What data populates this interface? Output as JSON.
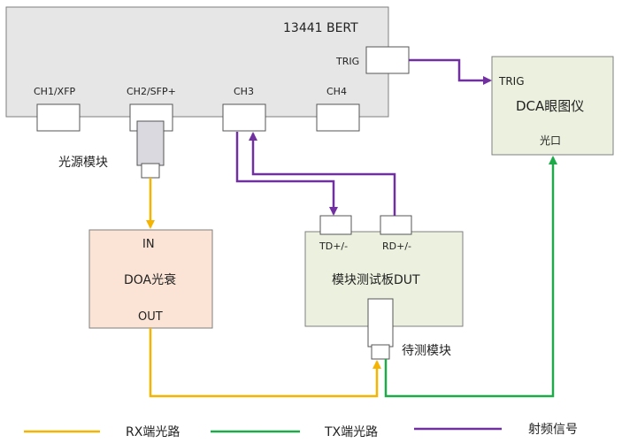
{
  "bert": {
    "title": "13441 BERT",
    "trig_label": "TRIG",
    "ports": [
      "CH1/XFP",
      "CH2/SFP+",
      "CH3",
      "CH4"
    ]
  },
  "dca": {
    "trig_label": "TRIG",
    "title": "DCA眼图仪",
    "optical_port": "光口"
  },
  "light_source_label": "光源模块",
  "doa": {
    "in_label": "IN",
    "title": "DOA光衰",
    "out_label": "OUT"
  },
  "dut": {
    "td_label": "TD+/-",
    "rd_label": "RD+/-",
    "title": "模块测试板DUT",
    "module_label": "待测模块"
  },
  "legend": {
    "rx": "RX端光路",
    "tx": "TX端光路",
    "rf": "射频信号"
  },
  "colors": {
    "rx": "#f5b400",
    "tx": "#1faa4a",
    "rf": "#7030a0"
  }
}
